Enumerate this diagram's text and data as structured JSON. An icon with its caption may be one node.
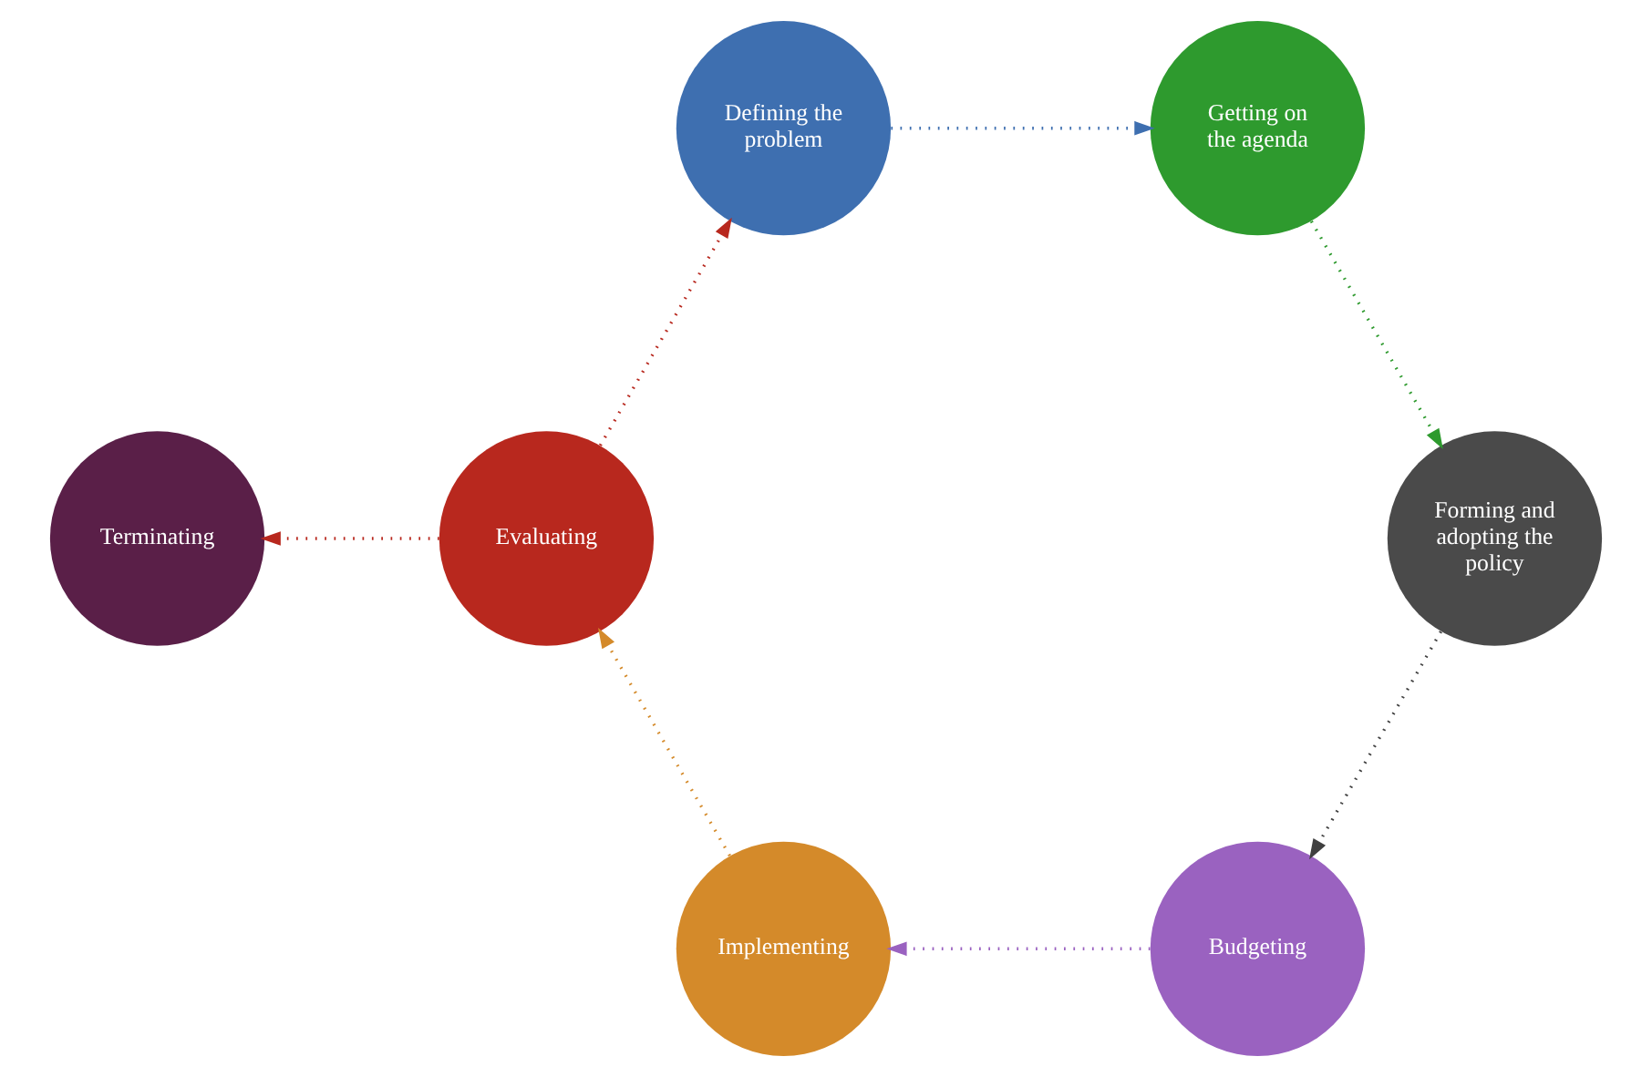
{
  "diagram": {
    "nodes": [
      {
        "text": [
          "Terminating"
        ]
      },
      {
        "text": [
          "Defining the problem"
        ]
      },
      {
        "text": [
          "Getting on the agenda"
        ]
      },
      {
        "text": [
          "Forming and adopting the policy"
        ]
      },
      {
        "text": [
          "Budgeting"
        ]
      },
      {
        "text": [
          "Implementing"
        ]
      },
      {
        "text": [
          "Evaluating"
        ]
      }
    ],
    "edges": [
      {
        "from": 1,
        "to": 2,
        "arrow": "to",
        "color": "#3e6fb0"
      },
      {
        "from": 2,
        "to": 3,
        "arrow": "to",
        "color": "#2e9a2e"
      },
      {
        "from": 3,
        "to": 4,
        "arrow": "to",
        "color": "#404040"
      },
      {
        "from": 4,
        "to": 5,
        "arrow": "to",
        "color": "#9a62c0"
      },
      {
        "from": 5,
        "to": 6,
        "arrow": "to",
        "color": "#d48a2a"
      },
      {
        "from": 6,
        "to": 0,
        "arrow": "to",
        "color": "#b8281e"
      },
      {
        "from": 6,
        "to": 1,
        "arrow": "to",
        "color": "#b8281e"
      }
    ]
  }
}
